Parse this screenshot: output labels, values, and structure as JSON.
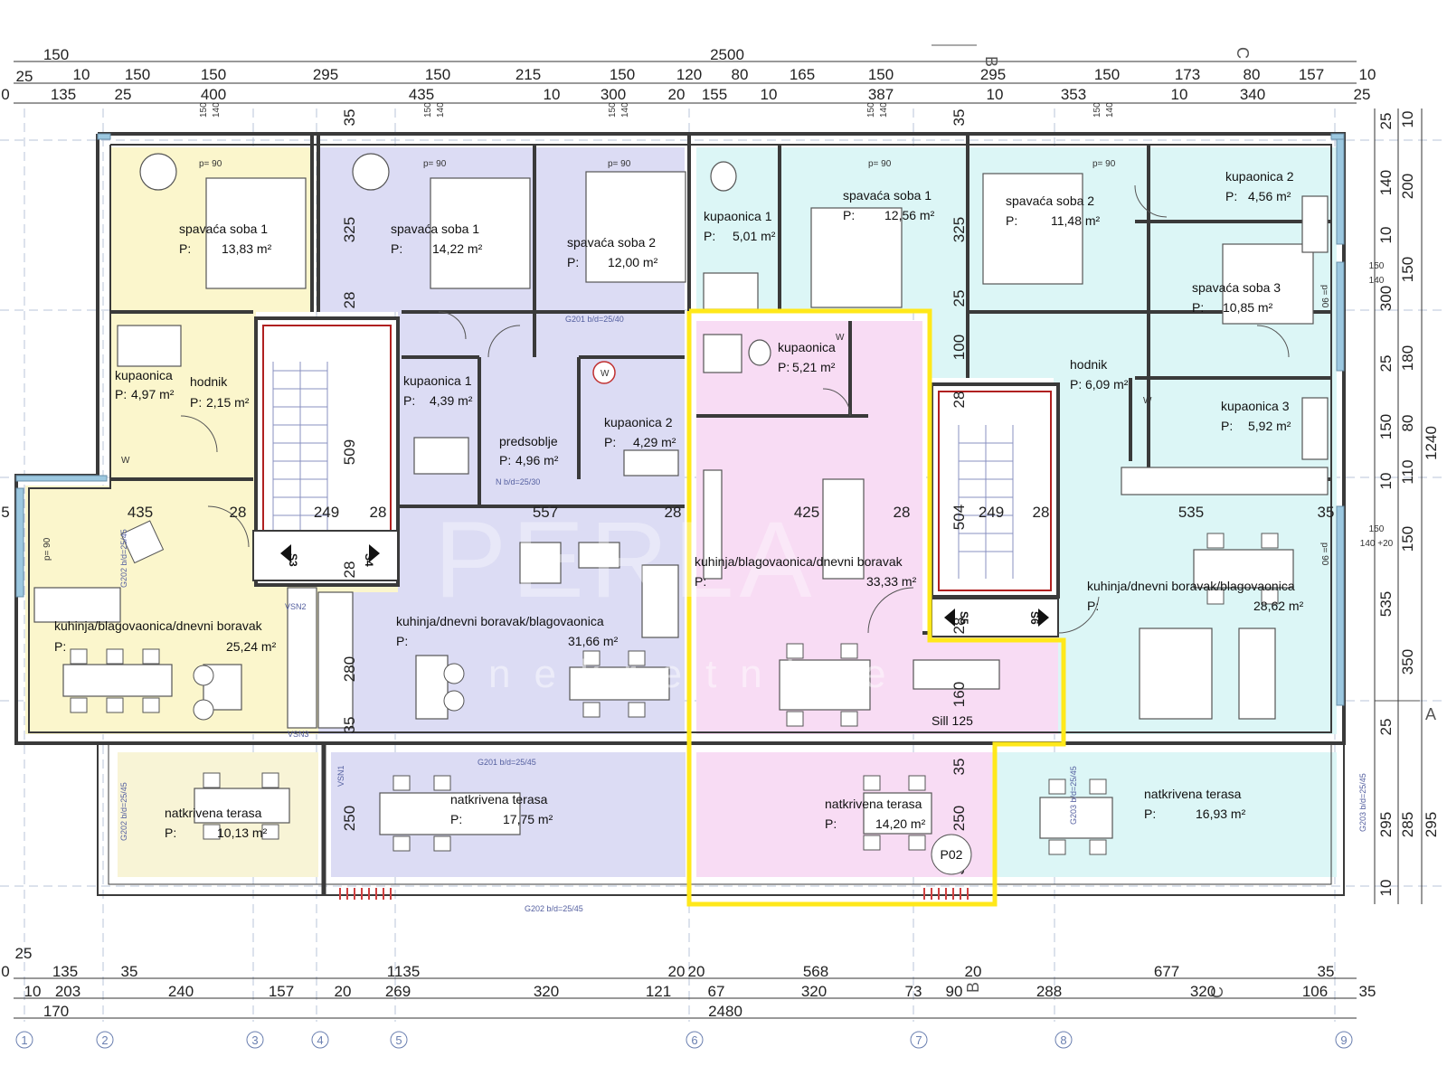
{
  "colors": {
    "apt1": "#fbf6cc",
    "apt2": "#dcdcf4",
    "apt3": "#f8dcf4",
    "apt4": "#dcf6f6",
    "terrace1": "#f8f4d6",
    "wall": "#3a3a3a",
    "highlight": "#ffe81a",
    "window": "#9cc8e0",
    "stairframe": "#b02020"
  },
  "dimensions": {
    "top_overall": "2500",
    "top_row1": [
      "150"
    ],
    "top_row2": [
      "25",
      "10",
      "150",
      "150",
      "295",
      "150",
      "215",
      "150",
      "120",
      "80",
      "165",
      "150",
      "295",
      "150",
      "173",
      "80",
      "157",
      "10"
    ],
    "top_row3": [
      "0",
      "135",
      "25",
      "400",
      "435",
      "10",
      "300",
      "20",
      "155",
      "10",
      "387",
      "10",
      "353",
      "10",
      "340",
      "25"
    ],
    "bottom_row0": [
      "25"
    ],
    "bottom_row1": [
      "0",
      "135",
      "35",
      "1135",
      "20",
      "20",
      "568",
      "20",
      "677",
      "35"
    ],
    "bottom_row2": [
      "10",
      "203",
      "240",
      "157",
      "20",
      "269",
      "320",
      "121",
      "67",
      "320",
      "73",
      "90",
      "288",
      "320",
      "106",
      "35"
    ],
    "bottom_row3": [
      "170",
      "2480"
    ],
    "right_col": [
      "25",
      "10",
      "140",
      "200",
      "10",
      "150",
      "140",
      "300",
      "180",
      "25",
      "150",
      "80",
      "110",
      "10",
      "1240",
      "150",
      "140 +20",
      "150",
      "535",
      "350",
      "25",
      "295",
      "285",
      "10"
    ],
    "interior": [
      "35",
      "325",
      "28",
      "509",
      "28",
      "35",
      "325",
      "25",
      "100",
      "28",
      "504",
      "435",
      "28",
      "249",
      "28",
      "557",
      "28",
      "425",
      "28",
      "249",
      "28",
      "535",
      "35",
      "280",
      "35",
      "160",
      "35",
      "250",
      "250",
      "0",
      "110",
      "35",
      "5"
    ],
    "small_marks": [
      "150",
      "140",
      "150",
      "140",
      "150",
      "140",
      "150",
      "140",
      "150",
      "140"
    ]
  },
  "axes_grid": [
    "1",
    "2",
    "3",
    "4",
    "5",
    "6",
    "7",
    "8",
    "9"
  ],
  "section_marks": [
    "A",
    "B",
    "C"
  ],
  "rooms": [
    {
      "name": "spavaća soba 1",
      "area": "13,83 m²",
      "p": "P:"
    },
    {
      "name": "kupaonica",
      "area": "4,97 m²",
      "p": "P:"
    },
    {
      "name": "hodnik",
      "area": "2,15 m²",
      "p": "P:"
    },
    {
      "name": "kuhinja/blagovaonica/dnevni boravak",
      "area": "25,24 m²",
      "p": "P:"
    },
    {
      "name": "natkrivena terasa",
      "area": "10,13 m²",
      "p": "P:"
    },
    {
      "name": "spavaća soba 1",
      "area": "14,22 m²",
      "p": "P:"
    },
    {
      "name": "spavaća soba 2",
      "area": "12,00 m²",
      "p": "P:"
    },
    {
      "name": "kupaonica 1",
      "area": "4,39 m²",
      "p": "P:"
    },
    {
      "name": "predsoblje",
      "area": "4,96 m²",
      "p": "P:"
    },
    {
      "name": "kupaonica 2",
      "area": "4,29 m²",
      "p": "P:"
    },
    {
      "name": "kuhinja/dnevni boravak/blagovaonica",
      "area": "31,66 m²",
      "p": "P:"
    },
    {
      "name": "natkrivena terasa",
      "area": "17,75 m²",
      "p": "P:"
    },
    {
      "name": "kupaonica 1",
      "area": "5,01 m²",
      "p": "P:"
    },
    {
      "name": "spavaća soba 1",
      "area": "12,56 m²",
      "p": "P:"
    },
    {
      "name": "kupaonica",
      "area": "5,21 m²",
      "p": "P:"
    },
    {
      "name": "kuhinja/blagovaonica/dnevni boravak",
      "area": "33,33 m²",
      "p": "P:"
    },
    {
      "name": "natkrivena terasa",
      "area": "14,20 m²",
      "p": "P:"
    },
    {
      "name": "spavaća soba 2",
      "area": "11,48 m²",
      "p": "P:"
    },
    {
      "name": "kupaonica 2",
      "area": "4,56 m²",
      "p": "P:"
    },
    {
      "name": "spavaća soba 3",
      "area": "10,85 m²",
      "p": "P:"
    },
    {
      "name": "hodnik",
      "area": "6,09 m²",
      "p": "P:"
    },
    {
      "name": "kupaonica 3",
      "area": "5,92 m²",
      "p": "P:"
    },
    {
      "name": "kuhinja/dnevni boravak/blagovaonica",
      "area": "28,62 m²",
      "p": "P:"
    },
    {
      "name": "natkrivena terasa",
      "area": "16,93 m²",
      "p": "P:"
    }
  ],
  "annotations": {
    "p90": "p= 90",
    "sill": "Sill 125",
    "unit": "P02",
    "stairs": [
      "S3",
      "S4",
      "S5",
      "S6"
    ],
    "beams": [
      "G201 b/d=25/40",
      "N b/d=25/30",
      "G201 b/d=25/45",
      "G202 b/d=25/45",
      "G202 b/d=25/45",
      "G203 b/d=25/45",
      "G203 b/d=25/45",
      "VSN2",
      "VSN1",
      "VSN3"
    ],
    "washer": "W"
  },
  "watermark": {
    "main": "PERLA",
    "sub": "nekretnine"
  }
}
